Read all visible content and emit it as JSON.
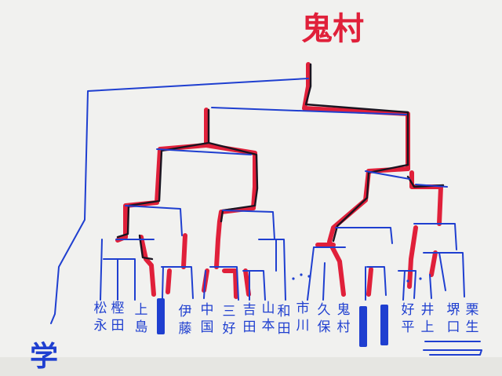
{
  "winner": "鬼村",
  "corner_label": "学",
  "players": [
    {
      "id": "matsunaga",
      "chars": [
        "松",
        "永"
      ]
    },
    {
      "id": "kashida",
      "chars": [
        "樫",
        "田"
      ]
    },
    {
      "id": "kamishima",
      "chars": [
        "上",
        "島"
      ]
    },
    {
      "id": "ito",
      "chars": [
        "伊",
        "藤"
      ]
    },
    {
      "id": "nakakuni",
      "chars": [
        "中",
        "国"
      ]
    },
    {
      "id": "miyoshi",
      "chars": [
        "三",
        "好"
      ]
    },
    {
      "id": "yoshida",
      "chars": [
        "吉",
        "田"
      ]
    },
    {
      "id": "yamamoto",
      "chars": [
        "山",
        "本"
      ]
    },
    {
      "id": "wada",
      "chars": [
        "和",
        "田"
      ]
    },
    {
      "id": "ichikawa",
      "chars": [
        "市",
        "川"
      ]
    },
    {
      "id": "kubo",
      "chars": [
        "久",
        "保"
      ]
    },
    {
      "id": "onimura",
      "chars": [
        "鬼",
        "村"
      ]
    },
    {
      "id": "yoshihira",
      "chars": [
        "好",
        "平"
      ]
    },
    {
      "id": "inoue",
      "chars": [
        "井",
        "上"
      ]
    },
    {
      "id": "sakaguchi",
      "chars": [
        "堺",
        "口"
      ]
    },
    {
      "id": "kurio",
      "chars": [
        "栗",
        "生"
      ]
    }
  ],
  "colors": {
    "paper": "#f1f1ef",
    "bracket_blue": "#1f3fd0",
    "winner_red": "#e0203a",
    "marker_black": "#1a1420"
  }
}
